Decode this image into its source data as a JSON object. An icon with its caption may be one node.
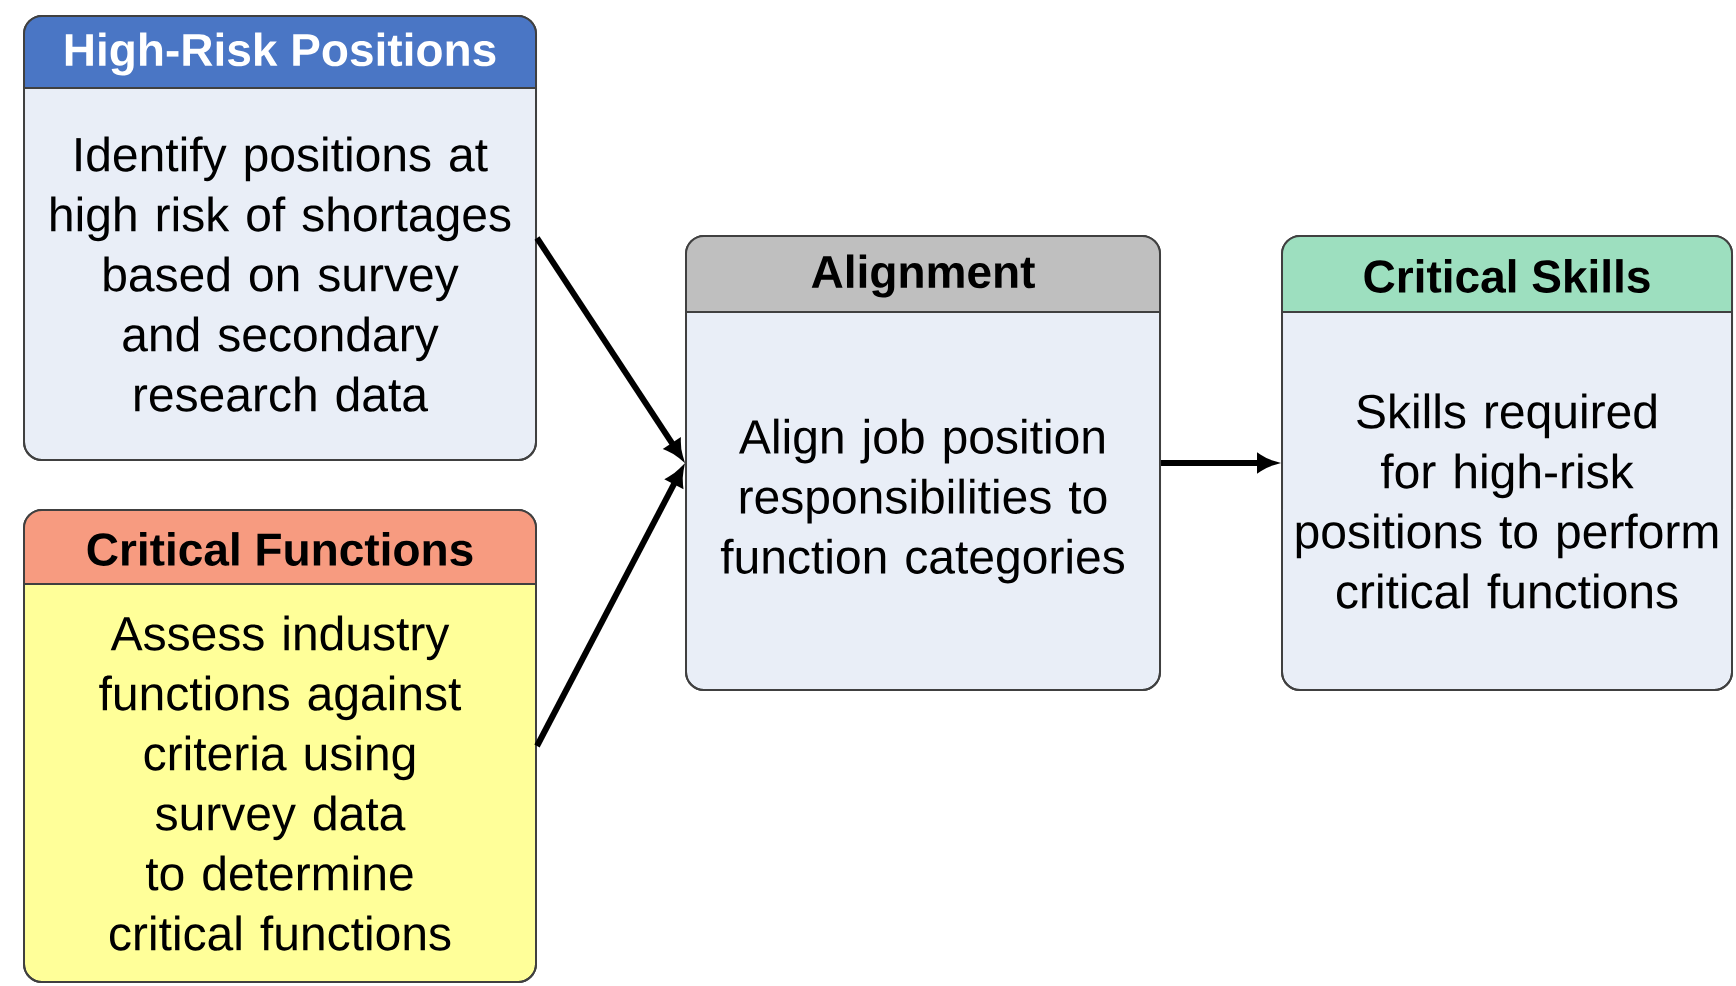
{
  "diagram": {
    "nodes": [
      {
        "text": [
          "High-Risk Positions",
          "Identify positions at high risk of shortages based on survey and secondary research data"
        ]
      },
      {
        "text": [
          "Critical Functions",
          "Assess industry functions against criteria using survey data to determine critical functions"
        ]
      },
      {
        "text": [
          "Alignment",
          "Align job position responsibilities to function categories"
        ]
      },
      {
        "text": [
          "Critical Skills",
          "Skills required for high-risk positions to perform critical functions"
        ]
      }
    ],
    "edges": [
      {
        "from": 0,
        "to": 2,
        "arrow": "to"
      },
      {
        "from": 1,
        "to": 2,
        "arrow": "to"
      },
      {
        "from": 2,
        "to": 3,
        "arrow": "to"
      }
    ]
  }
}
